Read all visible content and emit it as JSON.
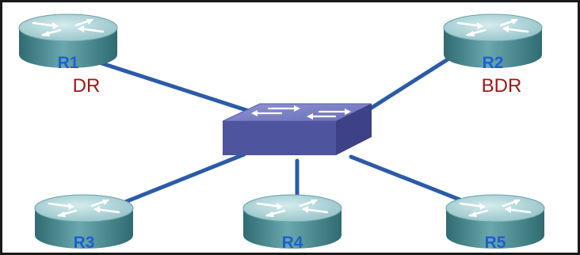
{
  "routers": [
    {
      "id": "R1",
      "label": "R1",
      "role": "DR"
    },
    {
      "id": "R2",
      "label": "R2",
      "role": "BDR"
    },
    {
      "id": "R3",
      "label": "R3",
      "role": ""
    },
    {
      "id": "R4",
      "label": "R4",
      "role": ""
    },
    {
      "id": "R5",
      "label": "R5",
      "role": ""
    }
  ],
  "switch": {
    "icon": "switch-icon"
  },
  "colors": {
    "router_top": "#a9cfd3",
    "router_side": "#3f8289",
    "router_label": "#1e5fd0",
    "role_text": "#a01818",
    "switch_top": "#7b80c4",
    "switch_front": "#4f549e",
    "link": "#2b5ba8"
  }
}
